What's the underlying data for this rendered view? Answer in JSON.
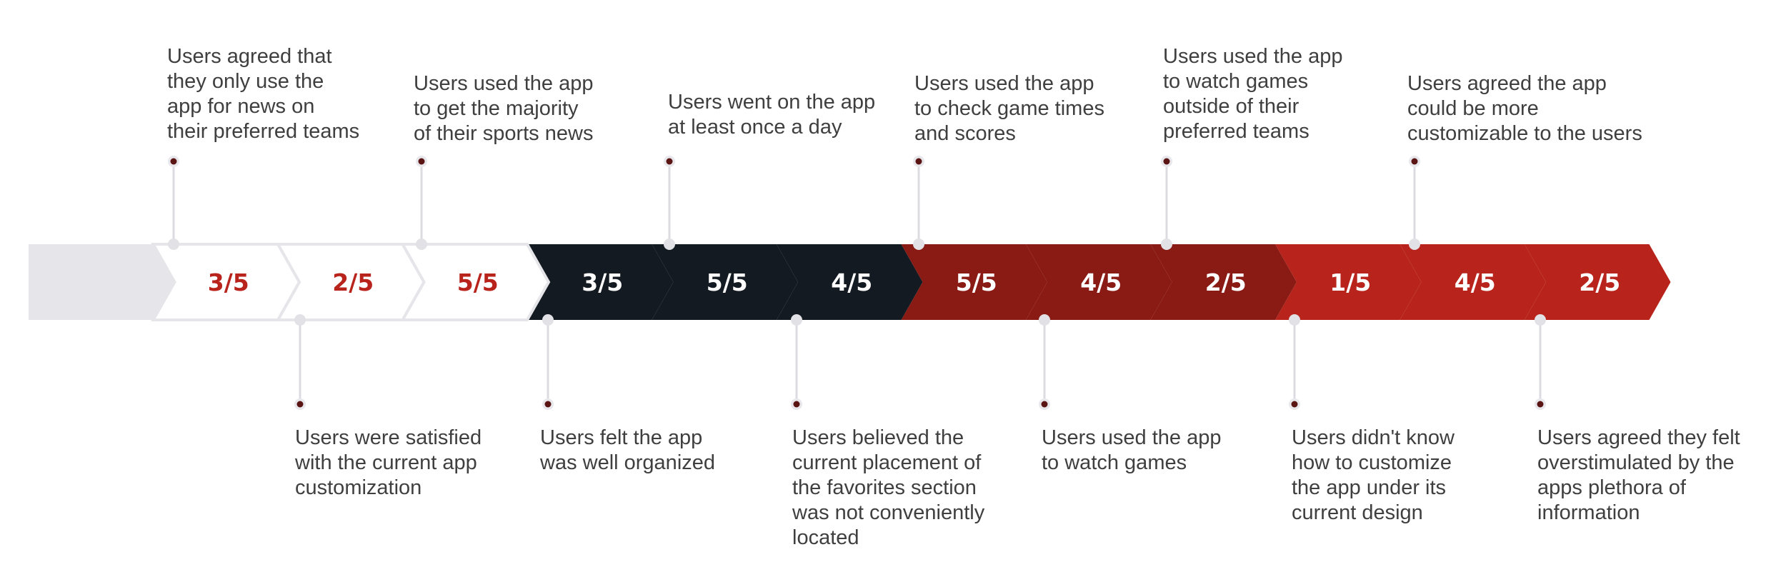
{
  "colors": {
    "light_gray": "#e6e6ea",
    "white": "#ffffff",
    "navy": "#131a21",
    "dark_red": "#8a1a14",
    "red": "#b8241c",
    "red_text": "#b8241c",
    "light_text": "#ffffff",
    "connector": "#dcdce0",
    "dot": "#5a1414"
  },
  "steps": [
    {
      "score": "",
      "theme": "gray",
      "note": ""
    },
    {
      "score": "3/5",
      "theme": "white",
      "note": "Users agreed that\nthey only use the\napp for news on\ntheir preferred teams"
    },
    {
      "score": "2/5",
      "theme": "white",
      "note": "Users were satisfied\nwith the current app\ncustomization"
    },
    {
      "score": "5/5",
      "theme": "white",
      "note": "Users used the app\nto get the majority\nof their sports news"
    },
    {
      "score": "3/5",
      "theme": "navy",
      "note": "Users felt the app\nwas well organized"
    },
    {
      "score": "5/5",
      "theme": "navy",
      "note": "Users went on the app\nat least once a day"
    },
    {
      "score": "4/5",
      "theme": "navy",
      "note": "Users believed the\ncurrent placement of\nthe favorites section\nwas not conveniently\nlocated"
    },
    {
      "score": "5/5",
      "theme": "darkred",
      "note": "Users used the app\nto check game times\nand scores"
    },
    {
      "score": "4/5",
      "theme": "darkred",
      "note": "Users used the app\nto watch games"
    },
    {
      "score": "2/5",
      "theme": "darkred",
      "note": "Users used the app\nto watch games\noutside of their\npreferred teams"
    },
    {
      "score": "1/5",
      "theme": "red",
      "note": "Users didn't know\nhow to customize\nthe app under its\ncurrent design"
    },
    {
      "score": "4/5",
      "theme": "red",
      "note": "Users agreed the app\ncould be more\ncustomizable to the users"
    },
    {
      "score": "2/5",
      "theme": "red",
      "note": "Users agreed they felt\noverstimulated by the\napps plethora of\ninformation"
    }
  ]
}
